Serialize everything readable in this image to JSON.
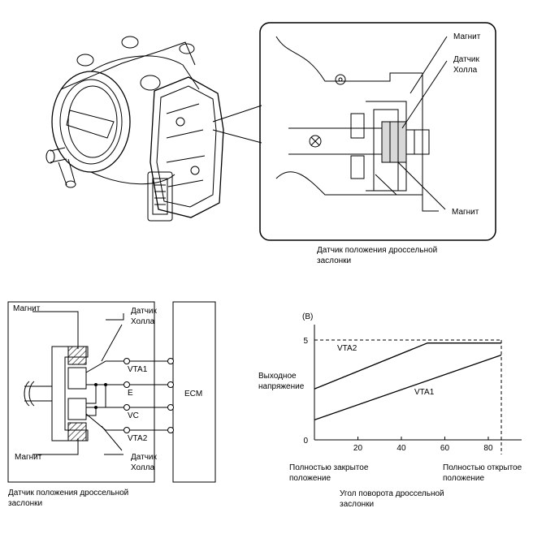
{
  "top": {
    "inset_labels": {
      "magnet_top": "Магнит",
      "hall_sensor_line1": "Датчик",
      "hall_sensor_line2": "Холла",
      "magnet_bottom": "Магнит"
    },
    "caption_line1": "Датчик положения дроссельной",
    "caption_line2": "заслонки"
  },
  "circuit": {
    "magnet_top": "Магнит",
    "hall_top_line1": "Датчик",
    "hall_top_line2": "Холла",
    "hall_bottom_line1": "Датчик",
    "hall_bottom_line2": "Холла",
    "magnet_bottom": "Магнит",
    "pins": [
      "VTA1",
      "E",
      "VC",
      "VTA2"
    ],
    "ecm_label": "ECM",
    "caption_line1": "Датчик положения дроссельной",
    "caption_line2": "заслонки"
  },
  "chart": {
    "panel_label": "(B)",
    "ylabel_line1": "Выходное",
    "ylabel_line2": "напряжение",
    "xlabel_line1": "Угол поворота дроссельной",
    "xlabel_line2": "заслонки",
    "closed_line1": "Полностью закрытое",
    "closed_line2": "положение",
    "open_line1": "Полностью открытое",
    "open_line2": "положение"
  },
  "chart_data": {
    "type": "line",
    "x_ticks": [
      0,
      20,
      40,
      60,
      80
    ],
    "y_ticks": [
      0,
      5
    ],
    "xlim": [
      0,
      86
    ],
    "ylim": [
      0,
      5
    ],
    "series": [
      {
        "name": "VTA2",
        "x": [
          0,
          52,
          86
        ],
        "y": [
          2.55,
          4.85,
          4.85
        ]
      },
      {
        "name": "VTA1",
        "x": [
          0,
          86
        ],
        "y": [
          1.0,
          4.25
        ]
      }
    ]
  }
}
